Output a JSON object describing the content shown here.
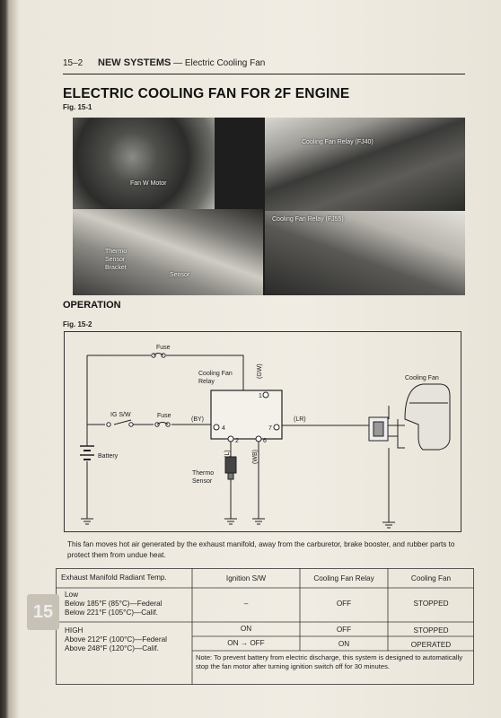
{
  "header": {
    "page_number": "15–2",
    "section": "NEW SYSTEMS",
    "separator": "—",
    "subsection": "Electric Cooling Fan"
  },
  "title": "ELECTRIC COOLING FAN FOR 2F ENGINE",
  "fig1": {
    "label": "Fig. 15-1",
    "labels": {
      "fan_motor": "Fan W Motor",
      "relay_fj40": "Cooling Fan Relay (FJ40)",
      "relay_fj55": "Cooling Fan Relay (FJ55)",
      "thermo_bracket_1": "Thermo",
      "thermo_bracket_2": "Sensor",
      "thermo_bracket_3": "Bracket",
      "sensor": "Sensor"
    }
  },
  "operation": "OPERATION",
  "fig2": {
    "label": "Fig. 15-2",
    "labels": {
      "fuse_top": "Fuse",
      "relay_1": "Cooling Fan",
      "relay_2": "Relay",
      "gw": "(GW)",
      "ig_sw": "IG S/W",
      "fuse_mid": "Fuse",
      "by": "(BY)",
      "lr": "(LR)",
      "l": "(L)",
      "wb": "(WB)",
      "battery": "Battery",
      "thermo_1": "Thermo",
      "thermo_2": "Sensor",
      "cooling_fan": "Cooling Fan",
      "t1": "1",
      "t2": "2",
      "t4": "4",
      "t6": "6",
      "t7": "7"
    }
  },
  "caption": "This fan moves hot air generated by the exhaust manifold, away from the carburetor, brake booster, and rubber parts to protect them from undue heat.",
  "table": {
    "headers": [
      "Exhaust Manifold Radiant Temp.",
      "Ignition S/W",
      "Cooling Fan Relay",
      "Cooling Fan"
    ],
    "low": {
      "l1": "Low",
      "l2": "Below 185°F (85°C)—Federal",
      "l3": "Below 221°F (105°C)—Calif.",
      "ign": "–",
      "relay": "OFF",
      "fan": "STOPPED"
    },
    "high": {
      "l1": "HIGH",
      "l2": "Above 212°F (100°C)—Federal",
      "l3": "Above 248°F (120°C)—Calif.",
      "r1": {
        "ign": "ON",
        "relay": "OFF",
        "fan": "STOPPED"
      },
      "r2": {
        "ign": "ON → OFF",
        "relay": "ON",
        "fan": "OPERATED"
      }
    },
    "note": "Note:  To prevent battery from electric discharge, this system is designed to automatically stop the fan motor after turning ignition switch off for 30 minutes."
  },
  "side_tab": "15"
}
